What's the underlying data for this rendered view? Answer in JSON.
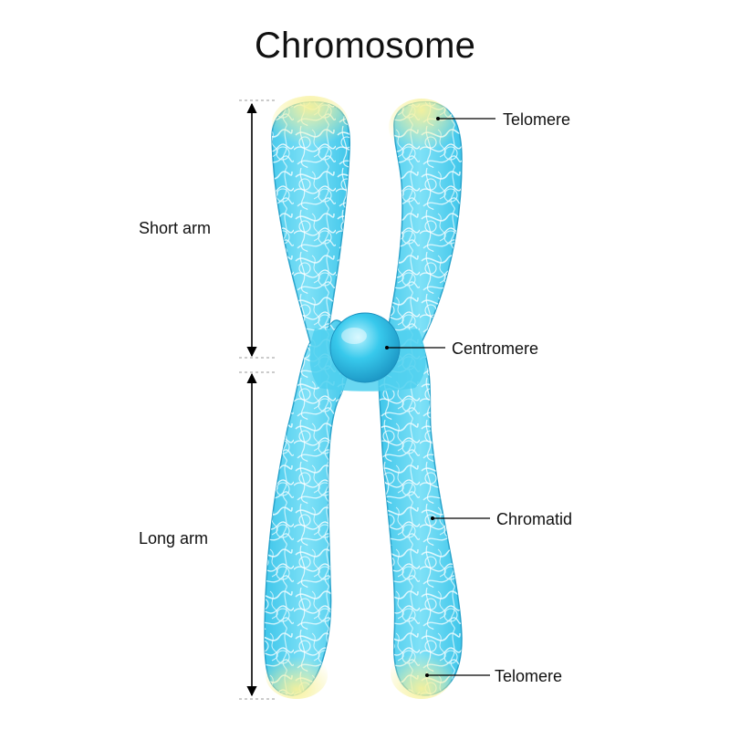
{
  "title": "Chromosome",
  "labels": {
    "short_arm": "Short arm",
    "long_arm": "Long arm",
    "telomere_top": "Telomere",
    "centromere": "Centromere",
    "chromatid": "Chromatid",
    "telomere_bottom": "Telomere"
  },
  "colors": {
    "chromatid_fill": "#5fd6f2",
    "chromatid_edge": "#2fa9cf",
    "fiber": "#d9f7ff",
    "telomere": "#f0ea8a",
    "centromere": "#2bbfe5",
    "line": "#000000"
  }
}
